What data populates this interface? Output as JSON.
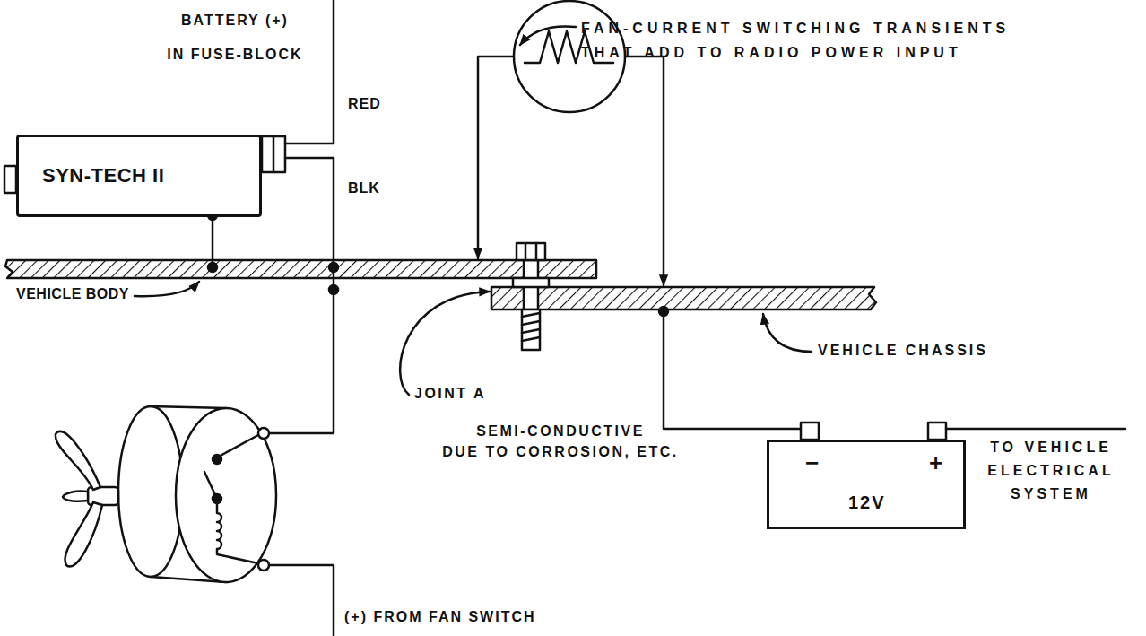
{
  "diagram": {
    "nodes": [
      {
        "text": [
          "SYN-TECH II"
        ]
      },
      {
        "text": [
          "−",
          "+",
          "12V"
        ]
      }
    ],
    "labels": [
      "BATTERY (+) IN FUSE-BLOCK",
      "RED",
      "BLK",
      "FAN-CURRENT SWITCHING TRANSIENTS THAT ADD TO RADIO POWER INPUT",
      "VEHICLE BODY",
      "VEHICLE CHASSIS",
      "JOINT A",
      "SEMI-CONDUCTIVE DUE TO CORROSION, ETC.",
      "TO VEHICLE ELECTRICAL SYSTEM",
      "(+) FROM FAN SWITCH"
    ]
  }
}
